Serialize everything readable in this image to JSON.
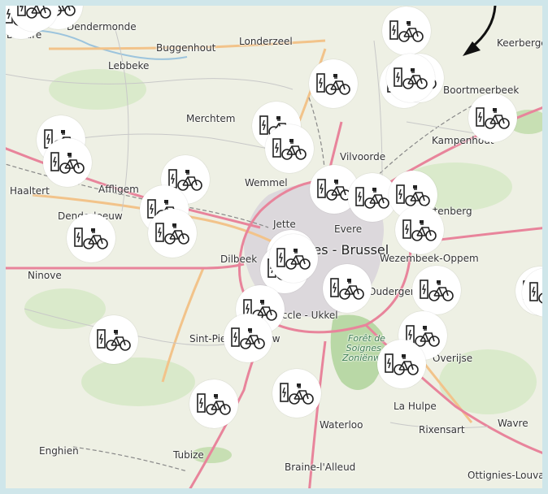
{
  "map": {
    "places": [
      {
        "name": "Berlare"
      },
      {
        "name": "Dendermonde"
      },
      {
        "name": "Buggenhout"
      },
      {
        "name": "Lebbeke"
      },
      {
        "name": "Londerzeel"
      },
      {
        "name": "Keerbergen"
      },
      {
        "name": "Boortmeerbeek"
      },
      {
        "name": "Kampenhout"
      },
      {
        "name": "Merchtem"
      },
      {
        "name": "Vilvoorde"
      },
      {
        "name": "Haaltert"
      },
      {
        "name": "Affligem"
      },
      {
        "name": "Wemmel"
      },
      {
        "name": "Denderleeuw"
      },
      {
        "name": "Kortenberg"
      },
      {
        "name": "Jette"
      },
      {
        "name": "Evere"
      },
      {
        "name": "Dilbeek"
      },
      {
        "name": "Bruxelles - Brussel"
      },
      {
        "name": "Ninove"
      },
      {
        "name": "Wezembeek-Oppem"
      },
      {
        "name": "Oudergem"
      },
      {
        "name": "Uccle - Ukkel"
      },
      {
        "name": "Sint-Pieters-Leeuw"
      },
      {
        "name": "Forêt de Soignes - Zoniënwoud"
      },
      {
        "name": "Overijse"
      },
      {
        "name": "La Hulpe"
      },
      {
        "name": "Waterloo"
      },
      {
        "name": "Rixensart"
      },
      {
        "name": "Wavre"
      },
      {
        "name": "Enghien"
      },
      {
        "name": "Tubize"
      },
      {
        "name": "Braine-l'Alleud"
      },
      {
        "name": "Ottignies-Louvain-la-Neuve"
      }
    ],
    "marker_icon": "ebike-charger-icon",
    "marker_count": 35,
    "colors": {
      "land": "#eef0e4",
      "frame": "#cfe6ea",
      "motorway": "#e8849b",
      "trunk": "#f2c38a",
      "forest": "#b9d8a6",
      "urban": "#dcd8dc",
      "marker": "#ffffff"
    }
  }
}
